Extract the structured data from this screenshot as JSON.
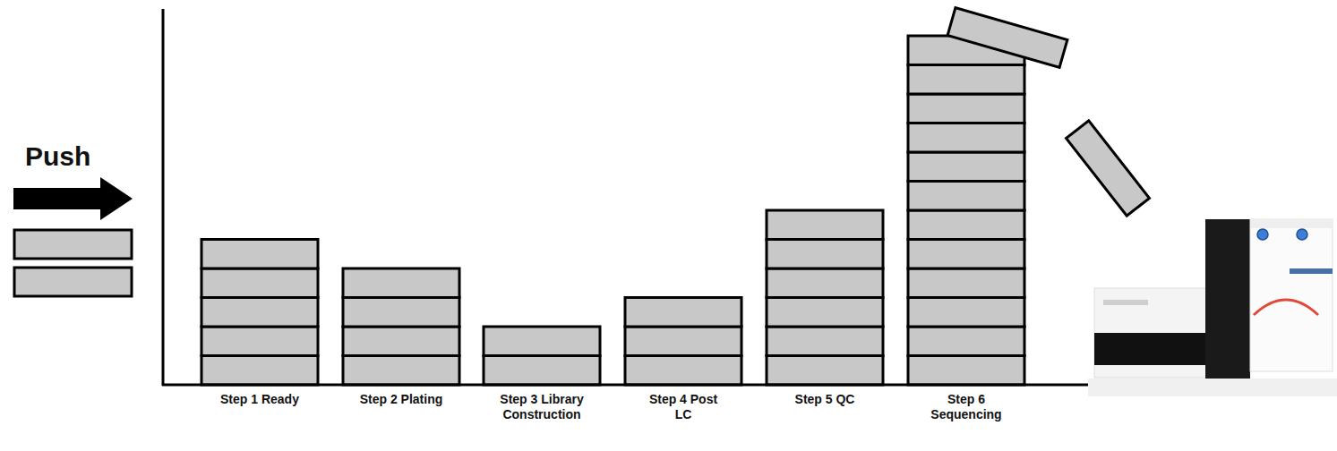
{
  "diagram": {
    "labels": [
      "Push",
      "Step 1 Ready",
      "Step 2 Plating",
      "Step 3 Library Construction",
      "Step 4 Post LC",
      "Step 5 QC",
      "Step 6 Sequencing"
    ]
  }
}
